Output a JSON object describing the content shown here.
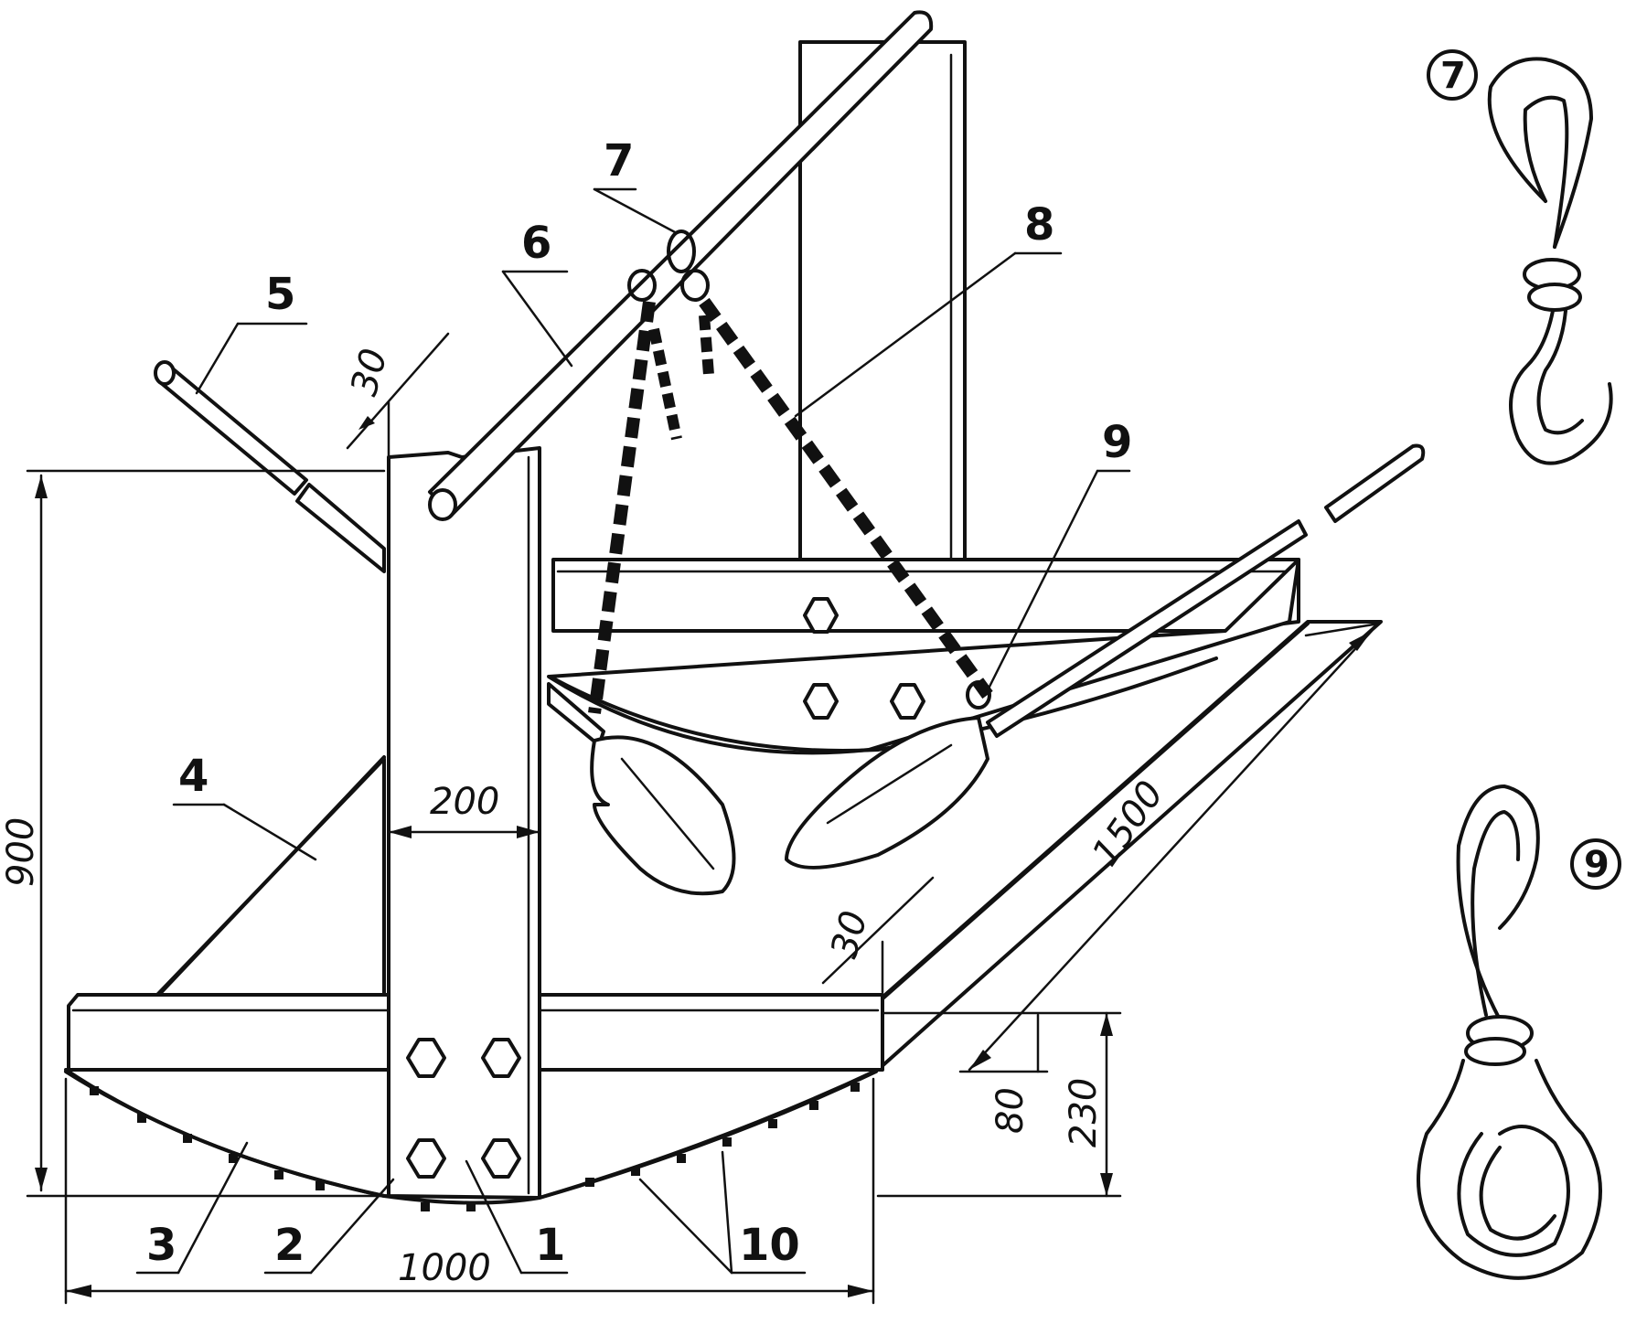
{
  "labels": {
    "part_1": "1",
    "part_2": "2",
    "part_3": "3",
    "part_4": "4",
    "part_5": "5",
    "part_6": "6",
    "part_7": "7",
    "part_8": "8",
    "part_9": "9",
    "part_10": "10"
  },
  "dimensions": {
    "height_total": "900",
    "width_total": "1000",
    "post_width": "200",
    "plate_thickness_top": "30",
    "plate_thickness_side": "30",
    "length_long": "1500",
    "height_side": "230",
    "height_small": "80"
  },
  "details": {
    "detail_7": "7",
    "detail_9": "9"
  }
}
